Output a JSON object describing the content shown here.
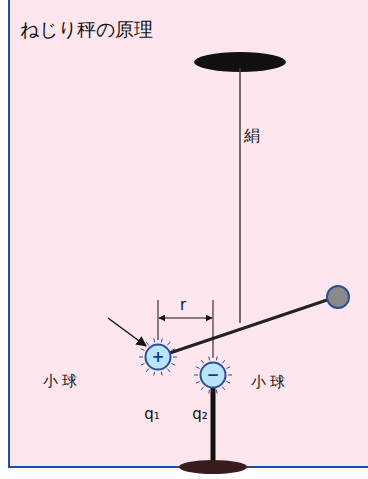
{
  "diagram": {
    "title": "ねじり秤の原理",
    "nodes": [
      {
        "text": [
          "+"
        ]
      },
      {
        "text": [
          "−"
        ]
      }
    ],
    "labels": [
      "絹",
      "r",
      "小 球",
      "小 球",
      "q₁",
      "q₂"
    ]
  }
}
